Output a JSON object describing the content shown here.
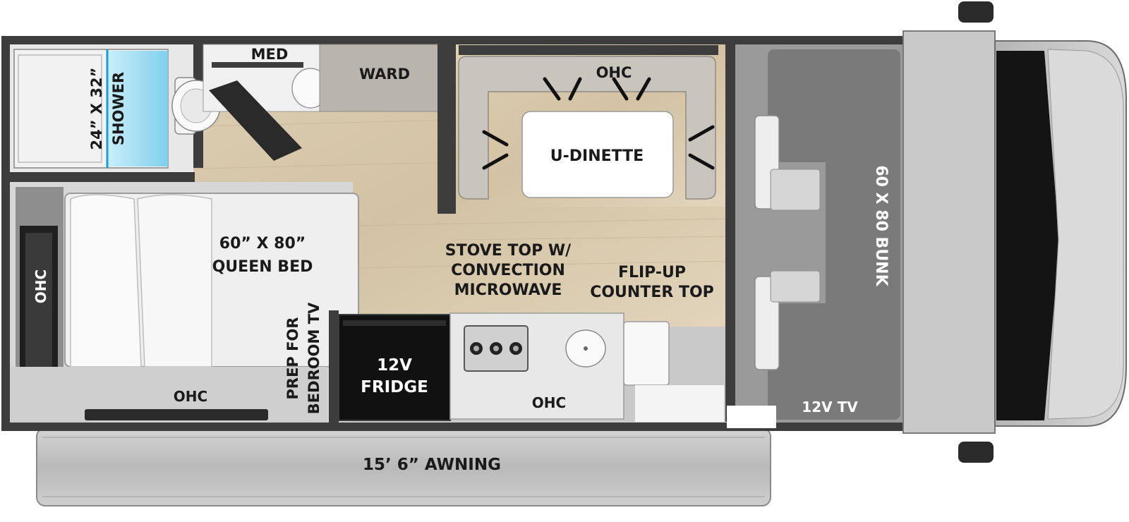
{
  "labels": {
    "med": "MED",
    "ward": "WARD",
    "ohc_dinette": "OHC",
    "shower_size": "24” X 32”",
    "shower": "SHOWER",
    "dinette": "U-DINETTE",
    "bunk": "60 X 80 BUNK",
    "ohc_rear": "OHC",
    "bed_size": "60” X 80”",
    "bed": "QUEEN BED",
    "stove_line1": "STOVE TOP W/",
    "stove_line2": "CONVECTION",
    "stove_line3": "MICROWAVE",
    "flip_line1": "FLIP-UP",
    "flip_line2": "COUNTER TOP",
    "prep_line1": "PREP FOR",
    "prep_line2": "BEDROOM TV",
    "fridge_line1": "12V",
    "fridge_line2": "FRIDGE",
    "ohc_bed": "OHC",
    "ohc_kitchen": "OHC",
    "tv_front": "12V TV",
    "awning": "15’ 6” AWNING"
  },
  "colors": {
    "wall": "#3d3d3d",
    "floor": "#d9c9ad",
    "cab": "#9a9a9a",
    "bunk": "#7a7a7a",
    "shower_glass": "#8fd8f0",
    "awning": "#bdbdbd",
    "fridge": "#111111"
  },
  "icons": [
    "toilet-icon",
    "sink-icon",
    "stove-burners-icon",
    "kitchen-sink-icon",
    "pillow-icon",
    "cab-seat-icon",
    "mirror-icon"
  ]
}
